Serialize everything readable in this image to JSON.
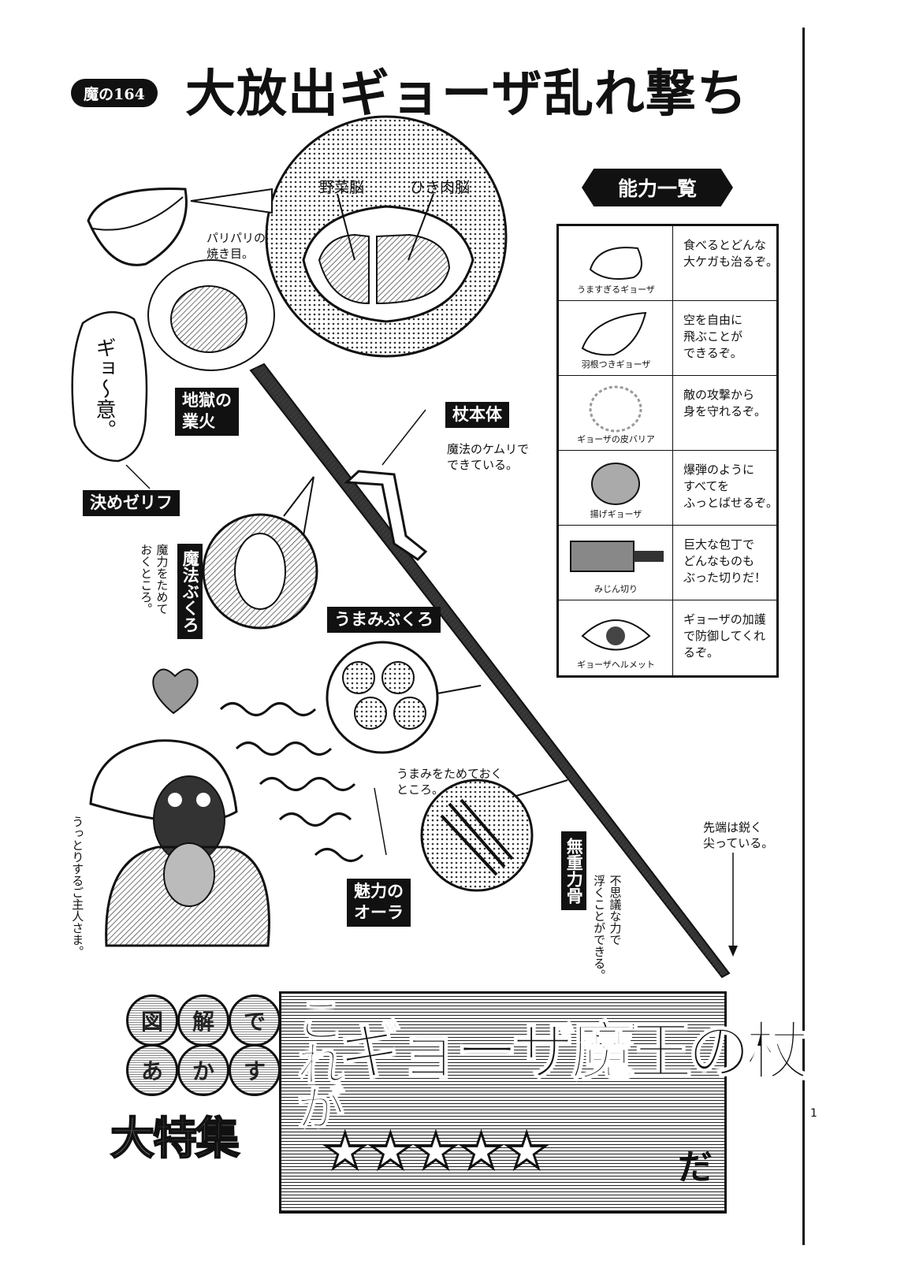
{
  "header": {
    "chapter_badge": "魔の164",
    "chapter_title": "大放出ギョーザ乱れ撃ち"
  },
  "page_number": "1",
  "diagram": {
    "zoom_labels": {
      "vegetable_brain": "野菜脳",
      "meat_brain": "ひき肉脳"
    },
    "crispy_note": "パリパリの\n焼き目。",
    "speech": "ギョ〜意。",
    "hellfire_label": "地獄の\n業火",
    "catchphrase_label": "決めゼリフ",
    "staff_body_label": "杖本体",
    "staff_body_note": "魔法のケムリで\nできている。",
    "magic_pouch_label": "魔法ぶくろ",
    "magic_pouch_note": "魔力をためて\nおくところ。",
    "umami_pouch_label": "うまみぶくろ",
    "umami_note": "うまみをためておく\nところ。",
    "zero_gravity_label": "無重力骨",
    "zero_gravity_note": "不思議な力で\n浮くことができる。",
    "charm_aura_label": "魅力の\nオーラ",
    "master_note": "うっとりするご主人さま。",
    "tip_note": "先端は鋭く\n尖っている。"
  },
  "abilities": {
    "header": "能力一覧",
    "rows": [
      {
        "name": "うますぎるギョーザ",
        "desc": "食べるとどんな\n大ケガも治るぞ。"
      },
      {
        "name": "羽根つきギョーザ",
        "desc": "空を自由に\n飛ぶことが\nできるぞ。"
      },
      {
        "name": "ギョーザの皮バリア",
        "desc": "敵の攻撃から\n身を守れるぞ。"
      },
      {
        "name": "揚げギョーザ",
        "desc": "爆弾のように\nすべてを\nふっとばせるぞ。"
      },
      {
        "name": "みじん切り",
        "desc": "巨大な包丁で\nどんなものも\nぶった切りだ！"
      },
      {
        "name": "ギョーザヘルメット",
        "desc": "ギョーザの加護\nで防御してくれ\nるぞ。"
      }
    ]
  },
  "banner": {
    "circles": [
      "図",
      "解",
      "で",
      "あ",
      "か",
      "す"
    ],
    "big": "大特集",
    "kore": "これが",
    "title": "ギョーザ魔王の杖",
    "stars": "★★★★★",
    "da": "だ"
  }
}
